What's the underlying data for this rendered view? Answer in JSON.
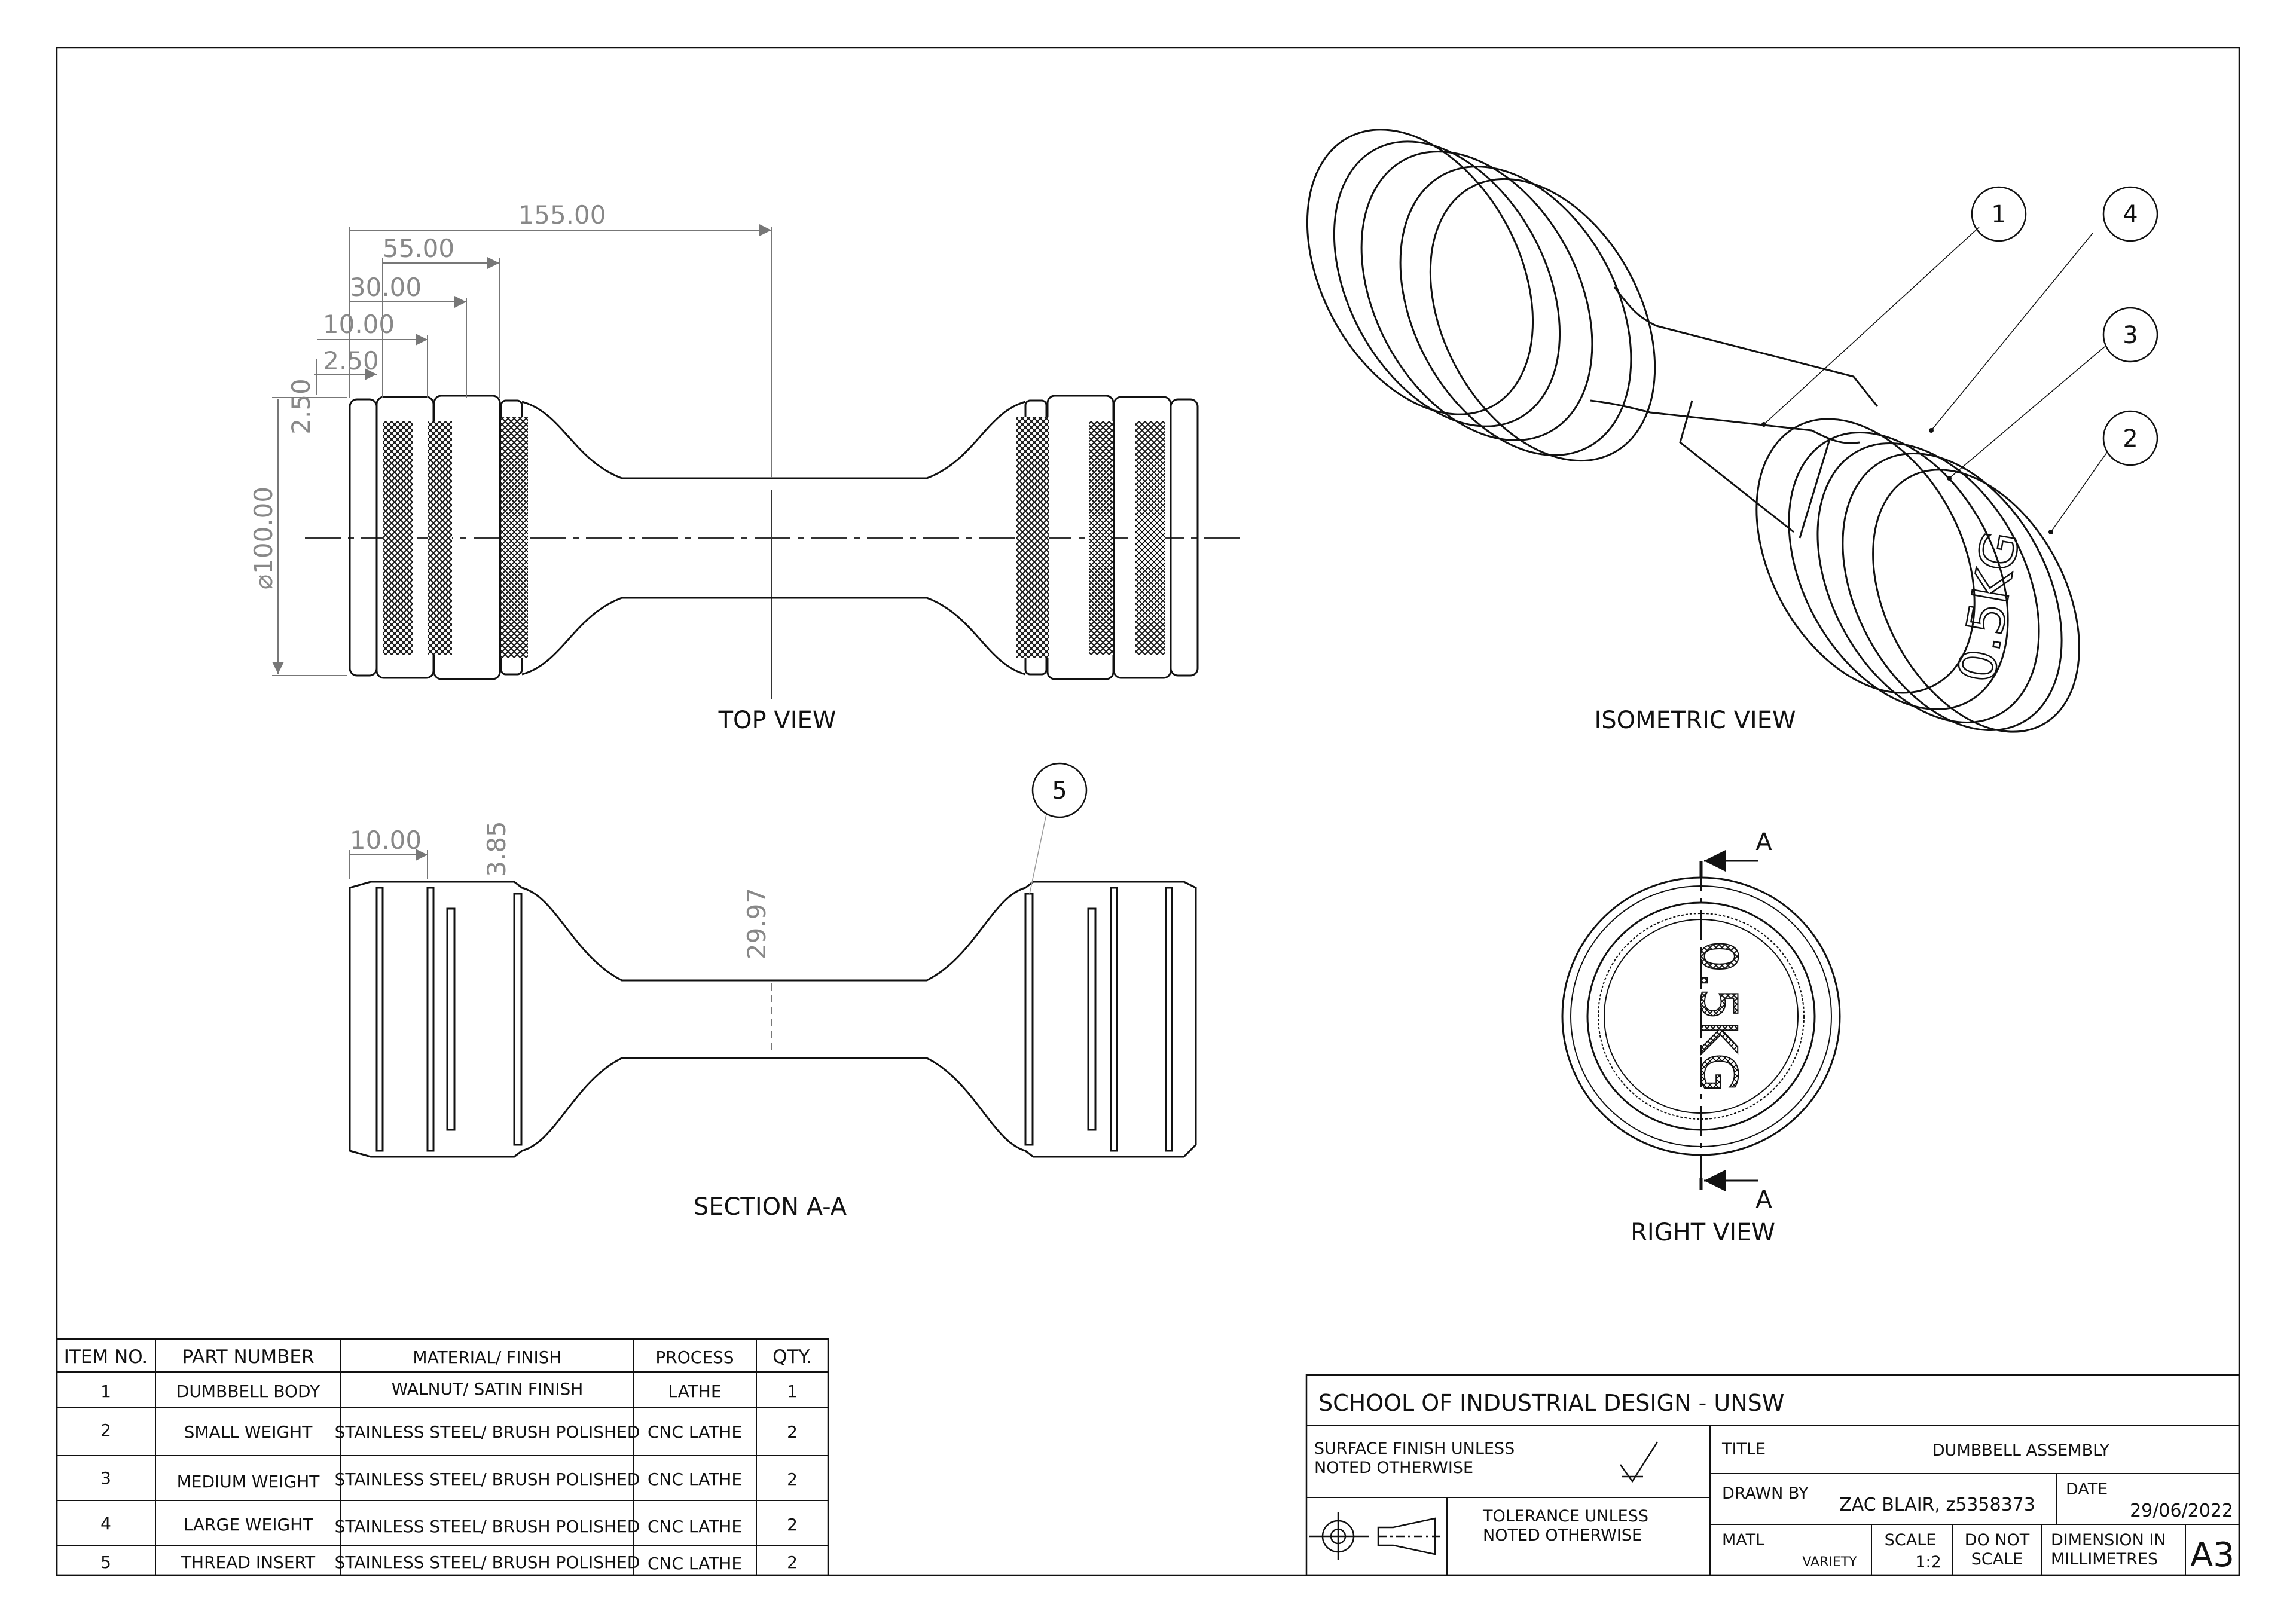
{
  "views": {
    "top": "TOP VIEW",
    "iso": "ISOMETRIC VIEW",
    "section": "SECTION A-A",
    "right": "RIGHT VIEW"
  },
  "dimensions": {
    "d155": "155.00",
    "d55": "55.00",
    "d30": "30.00",
    "d10": "10.00",
    "d2_50a": "2.50",
    "d2_50b": "2.50",
    "dia100": "⌀100.00",
    "s10": "10.00",
    "s3_85": "3.85",
    "s29_97": "29.97"
  },
  "engraving": "0.5KG",
  "section_marks": [
    "A",
    "A"
  ],
  "balloons": [
    "1",
    "4",
    "3",
    "2",
    "5"
  ],
  "bom": {
    "headers": [
      "ITEM NO.",
      "PART NUMBER",
      "MATERIAL/ FINISH",
      "PROCESS",
      "QTY."
    ],
    "rows": [
      [
        "1",
        "DUMBBELL BODY",
        "WALNUT/ SATIN FINISH",
        "LATHE",
        "1"
      ],
      [
        "2",
        "SMALL WEIGHT",
        "STAINLESS STEEL/ BRUSH POLISHED",
        "CNC LATHE",
        "2"
      ],
      [
        "3",
        "MEDIUM WEIGHT",
        "STAINLESS STEEL/ BRUSH POLISHED",
        "CNC LATHE",
        "2"
      ],
      [
        "4",
        "LARGE WEIGHT",
        "STAINLESS STEEL/ BRUSH POLISHED",
        "CNC LATHE",
        "2"
      ],
      [
        "5",
        "THREAD INSERT",
        "STAINLESS STEEL/ BRUSH POLISHED",
        "CNC LATHE",
        "2"
      ]
    ]
  },
  "title_block": {
    "school": "SCHOOL OF INDUSTRIAL DESIGN - UNSW",
    "surface_line1": "SURFACE FINISH UNLESS",
    "surface_line2": "NOTED OTHERWISE",
    "tolerance_line1": "TOLERANCE UNLESS",
    "tolerance_line2": "NOTED OTHERWISE",
    "title_label": "TITLE",
    "title_value": "DUMBBELL ASSEMBLY",
    "drawn_label": "DRAWN BY",
    "drawn_value": "ZAC BLAIR, z5358373",
    "date_label": "DATE",
    "date_value": "29/06/2022",
    "matl_label": "MATL",
    "matl_value": "VARIETY",
    "scale_label": "SCALE",
    "scale_value": "1:2",
    "donot_line1": "DO NOT",
    "donot_line2": "SCALE",
    "dim_line1": "DIMENSION IN",
    "dim_line2": "MILLIMETRES",
    "size": "A3"
  }
}
